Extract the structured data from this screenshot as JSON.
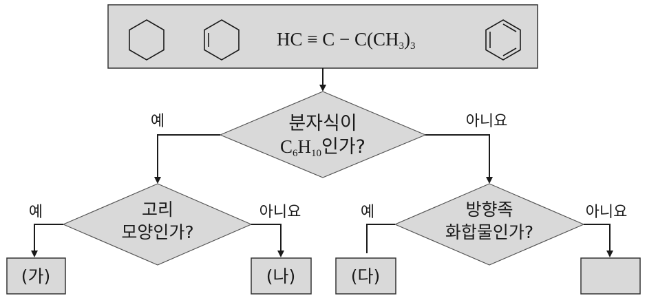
{
  "top_box": {
    "molecules": [
      "cyclohexane-icon",
      "cyclohexene-icon",
      "benzene-icon"
    ],
    "formula": {
      "prefix": "HC",
      "triple_bond": "≡",
      "c1": "C",
      "dash1": "−",
      "c2": "C(CH",
      "sub3": "3",
      "close": ")",
      "sub3b": "3"
    }
  },
  "decision1": {
    "line1": "분자식이",
    "formula_c": "C",
    "formula_c_sub": "6",
    "formula_h": "H",
    "formula_h_sub": "10",
    "suffix": "인가?",
    "yes": "예",
    "no": "아니요"
  },
  "decision2": {
    "line1": "고리",
    "line2": "모양인가?",
    "yes": "예",
    "no": "아니요"
  },
  "decision3": {
    "line1": "방향족",
    "line2": "화합물인가?",
    "yes": "예",
    "no": "아니요"
  },
  "results": {
    "ga": "(가)",
    "na": "(나)",
    "da": "(다)",
    "empty": ""
  },
  "colors": {
    "box_fill": "#d9d9d9",
    "stroke": "#1a1a1a"
  }
}
